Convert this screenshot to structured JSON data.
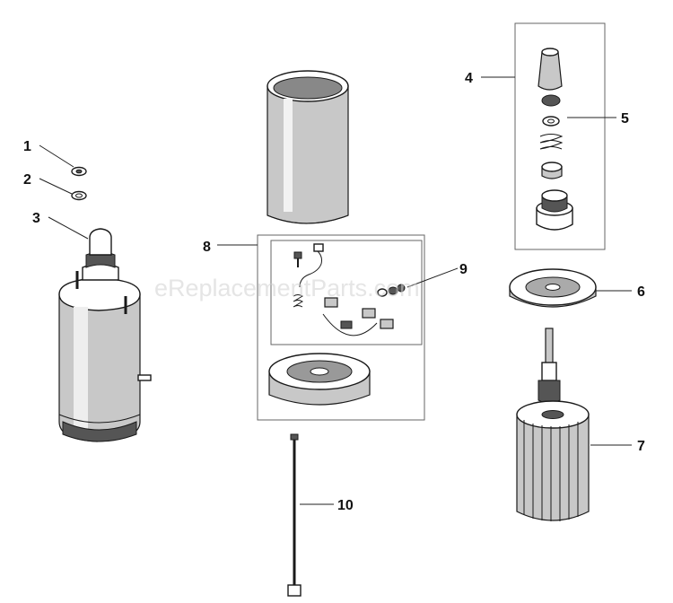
{
  "watermark": "eReplacementParts.com",
  "callouts": [
    {
      "id": "1",
      "label": "1"
    },
    {
      "id": "2",
      "label": "2"
    },
    {
      "id": "3",
      "label": "3"
    },
    {
      "id": "4",
      "label": "4"
    },
    {
      "id": "5",
      "label": "5"
    },
    {
      "id": "6",
      "label": "6"
    },
    {
      "id": "7",
      "label": "7"
    },
    {
      "id": "8",
      "label": "8"
    },
    {
      "id": "9",
      "label": "9"
    },
    {
      "id": "10",
      "label": "10"
    }
  ]
}
